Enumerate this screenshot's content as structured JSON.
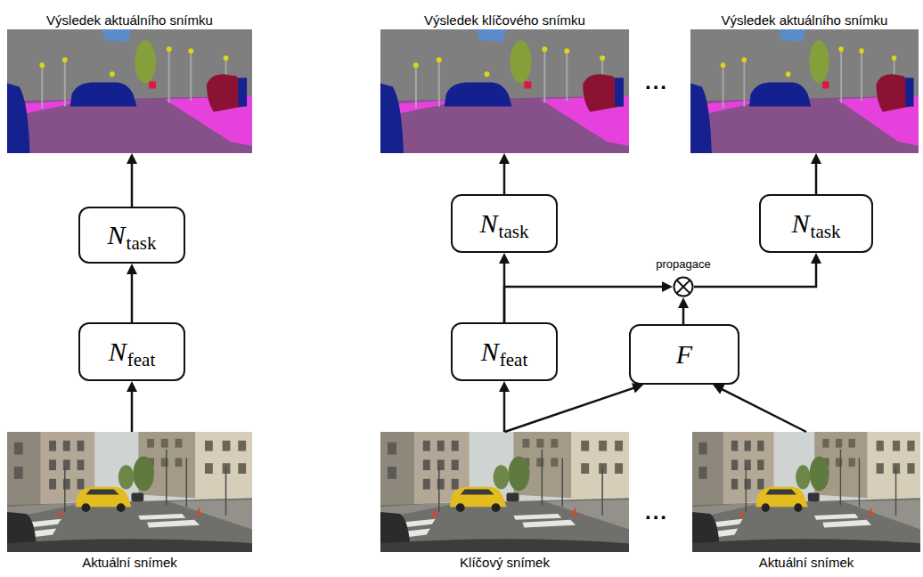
{
  "diagram": {
    "nodes": [
      {
        "text": [
          "Výsledek aktuálního snímku"
        ]
      },
      {
        "text": [
          "Výsledek klíčového snímku"
        ]
      },
      {
        "text": [
          "Výsledek aktuálního snímku"
        ]
      },
      {
        "text": [
          "N",
          "task"
        ]
      },
      {
        "text": [
          "N",
          "task"
        ]
      },
      {
        "text": [
          "propagace"
        ]
      },
      {
        "text": [
          "N",
          "task"
        ]
      },
      {
        "text": [
          "N",
          "feat"
        ]
      },
      {
        "text": [
          "N",
          "feat"
        ]
      },
      {
        "text": [
          "F"
        ]
      },
      {
        "text": [
          "Aktuální snímek"
        ]
      },
      {
        "text": [
          "Klíčový snímek"
        ]
      },
      {
        "text": [
          "Aktuální snímek"
        ]
      }
    ],
    "edges": [
      {
        "from": 10,
        "to": 7,
        "arrow": "to"
      },
      {
        "from": 7,
        "to": 3,
        "arrow": "to"
      },
      {
        "from": 3,
        "to": 0,
        "arrow": "to"
      },
      {
        "from": 11,
        "to": 8,
        "arrow": "to"
      },
      {
        "from": 8,
        "to": 4,
        "arrow": "to"
      },
      {
        "from": 4,
        "to": 1,
        "arrow": "to"
      },
      {
        "from": 8,
        "to": 5,
        "arrow": "to"
      },
      {
        "from": 11,
        "to": 9,
        "arrow": "to"
      },
      {
        "from": 12,
        "to": 9,
        "arrow": "to"
      },
      {
        "from": 9,
        "to": 5,
        "arrow": "to"
      },
      {
        "from": 5,
        "to": 6,
        "arrow": "to"
      },
      {
        "from": 6,
        "to": 2,
        "arrow": "to"
      }
    ],
    "labels": [
      "...",
      "..."
    ]
  }
}
